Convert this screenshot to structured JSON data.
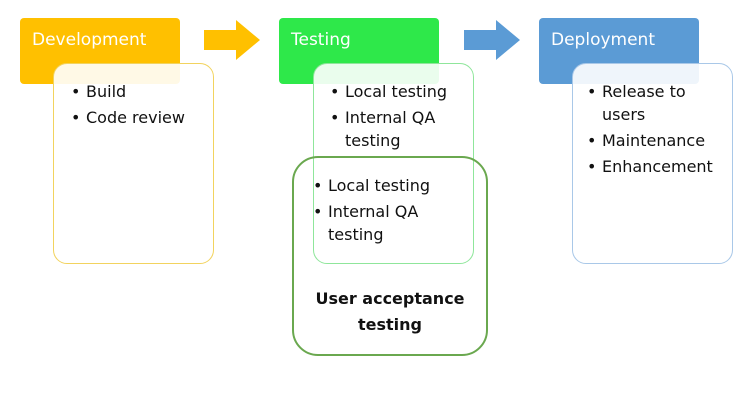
{
  "stages": [
    {
      "title": "Development",
      "color": "#ffc000",
      "items": [
        "Build",
        "Code review"
      ]
    },
    {
      "title": "Testing",
      "color": "#2ee84a",
      "items": [
        "Local testing",
        "Internal QA testing"
      ]
    },
    {
      "title": "Deployment",
      "color": "#5b9bd5",
      "items": [
        "Release to users",
        "Maintenance",
        "Enhancement"
      ]
    }
  ],
  "arrows": [
    {
      "color": "#ffc000"
    },
    {
      "color": "#5b9bd5"
    }
  ],
  "uat": {
    "items": [
      "Local testing",
      "Internal QA testing"
    ],
    "label": "User acceptance testing",
    "border_color": "#6aa84f"
  }
}
